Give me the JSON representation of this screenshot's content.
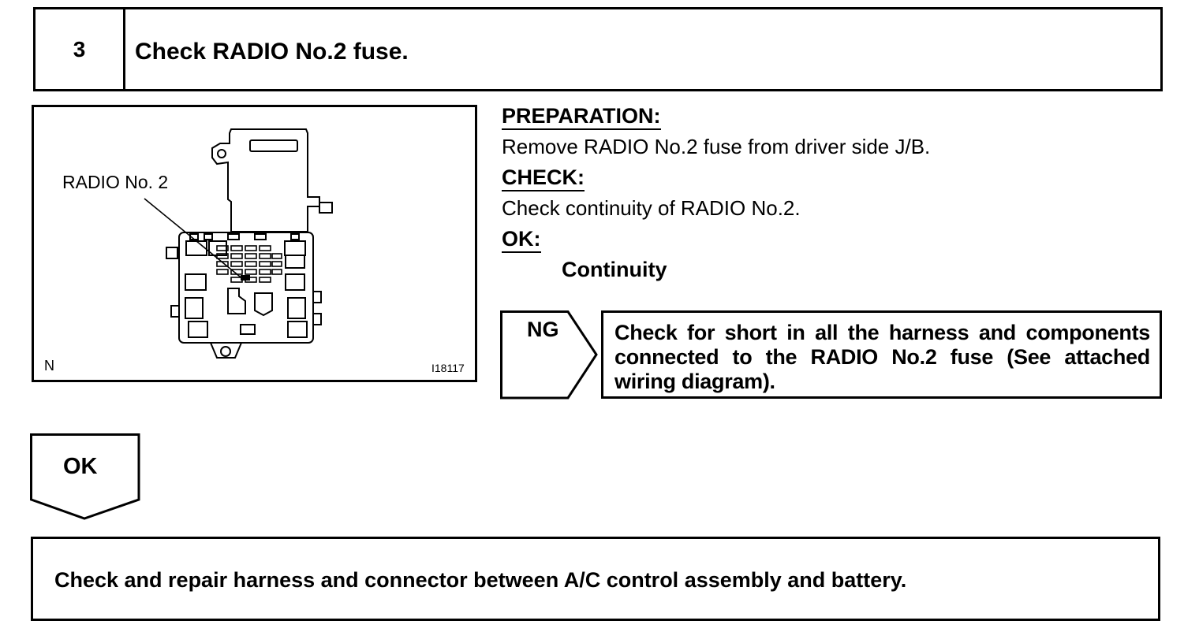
{
  "step": {
    "number": "3",
    "title": "Check RADIO No.2 fuse."
  },
  "illustration": {
    "callout_label": "RADIO No. 2",
    "corner_letter": "N",
    "figure_code": "I18117"
  },
  "instructions": {
    "preparation_heading": "PREPARATION:",
    "preparation_text": "Remove RADIO No.2 fuse from driver side J/B.",
    "check_heading": "CHECK:",
    "check_text": "Check continuity of RADIO No.2.",
    "ok_heading": "OK:",
    "ok_value": "Continuity"
  },
  "ng_branch": {
    "label": "NG",
    "text": "Check for short in all the harness and components connected to the RADIO No.2 fuse (See attached wiring diagram)."
  },
  "ok_branch": {
    "label": "OK"
  },
  "final_step": {
    "text": "Check and repair harness and connector between A/C control assembly and battery."
  }
}
